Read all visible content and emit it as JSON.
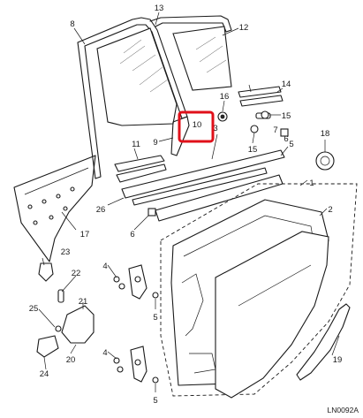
{
  "diagram": {
    "callouts": [
      {
        "id": "c1",
        "text": "1"
      },
      {
        "id": "c2",
        "text": "2"
      },
      {
        "id": "c3",
        "text": "3"
      },
      {
        "id": "c4a",
        "text": "4"
      },
      {
        "id": "c4b",
        "text": "4"
      },
      {
        "id": "c5a",
        "text": "5"
      },
      {
        "id": "c5b",
        "text": "5"
      },
      {
        "id": "c5c",
        "text": "5"
      },
      {
        "id": "c6a",
        "text": "6"
      },
      {
        "id": "c6b",
        "text": "6"
      },
      {
        "id": "c7",
        "text": "7"
      },
      {
        "id": "c8",
        "text": "8"
      },
      {
        "id": "c9",
        "text": "9"
      },
      {
        "id": "c10",
        "text": "10"
      },
      {
        "id": "c11",
        "text": "11"
      },
      {
        "id": "c12",
        "text": "12"
      },
      {
        "id": "c13",
        "text": "13"
      },
      {
        "id": "c14",
        "text": "14"
      },
      {
        "id": "c15a",
        "text": "15"
      },
      {
        "id": "c15b",
        "text": "15"
      },
      {
        "id": "c16",
        "text": "16"
      },
      {
        "id": "c17",
        "text": "17"
      },
      {
        "id": "c18",
        "text": "18"
      },
      {
        "id": "c19",
        "text": "19"
      },
      {
        "id": "c20",
        "text": "20"
      },
      {
        "id": "c21",
        "text": "21"
      },
      {
        "id": "c22",
        "text": "22"
      },
      {
        "id": "c23",
        "text": "23"
      },
      {
        "id": "c24",
        "text": "24"
      },
      {
        "id": "c25",
        "text": "25"
      },
      {
        "id": "c26",
        "text": "26"
      }
    ],
    "highlighted_callout": "10",
    "highlight_color": "#e0101a",
    "reference_code": "LN0092A"
  }
}
